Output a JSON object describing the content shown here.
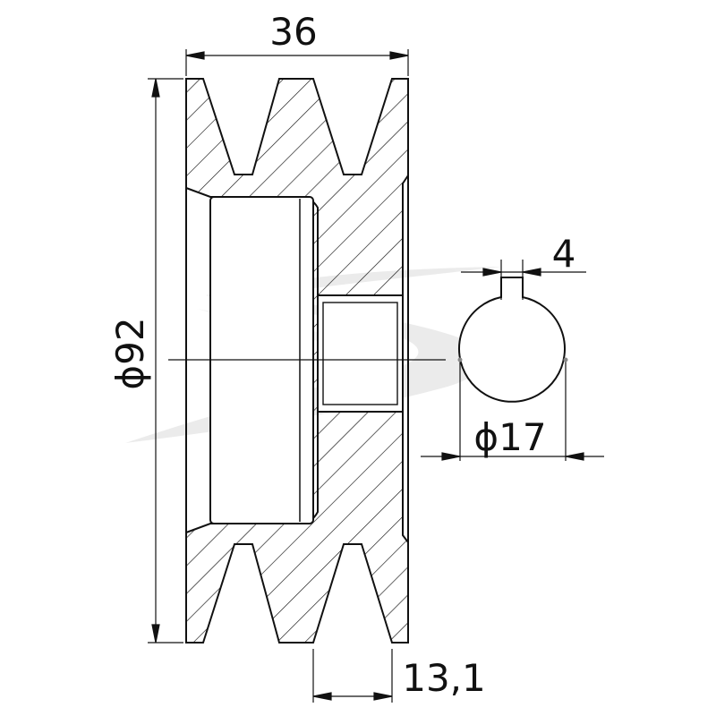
{
  "drawing": {
    "dimensions": {
      "width_label": "36",
      "diameter_label": "ϕ92",
      "groove_label": "13,1",
      "keyway_label": "4",
      "bore_label": "ϕ17"
    },
    "colors": {
      "line": "#111111",
      "watermark": "#d9d9d9",
      "bore_fill": "#eeeeee"
    }
  }
}
